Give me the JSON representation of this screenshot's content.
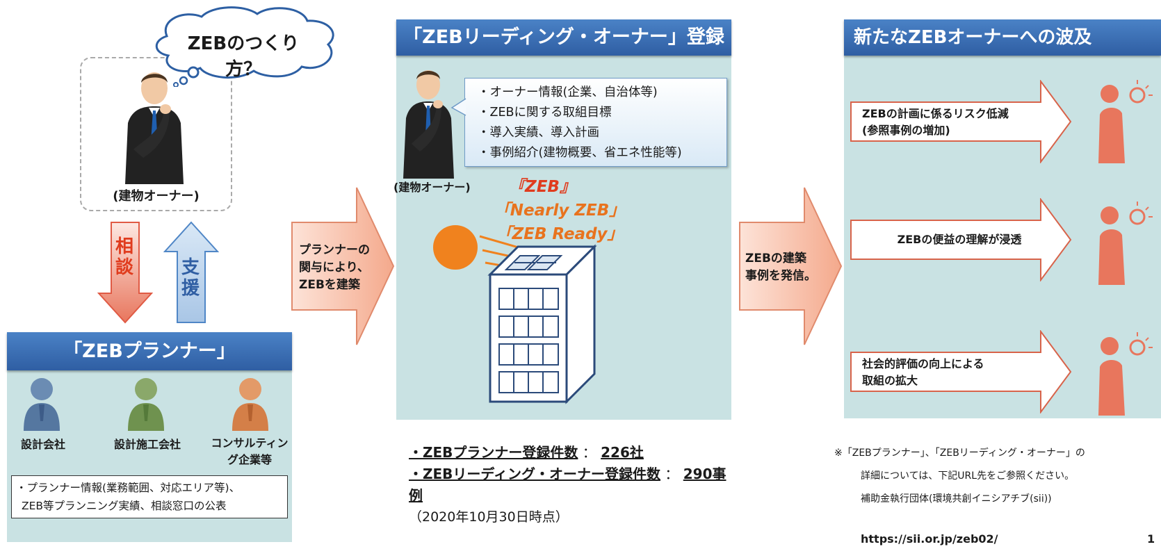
{
  "left": {
    "thought": "ZEBのつくり方？",
    "owner_label": "(建物オーナー)",
    "consult": "相談",
    "support": "支援",
    "planner_header": "「ZEBプランナー」",
    "companies": [
      "設計会社",
      "設計施工会社",
      "コンサルティング企業等"
    ],
    "info_lines": [
      "・プランナー情報(業務範囲、対応エリア等)、",
      "ZEB等プランニング実績、相談窓口の公表"
    ]
  },
  "arrow1_lines": [
    "プランナーの",
    "関与により、",
    "ZEBを建築"
  ],
  "center": {
    "header": "「ZEBリーディング・オーナー」登録",
    "bullets": [
      "・オーナー情報(企業、自治体等)",
      "・ZEBに関する取組目標",
      "・導入実績、導入計画",
      "・事例紹介(建物概要、省エネ性能等)"
    ],
    "owner_label": "(建物オーナー)",
    "zeb_labels": [
      "『ZEB』",
      "「Nearly ZEB」",
      "「ZEB Ready」"
    ],
    "stats": {
      "planner_label": "・ZEBプランナー登録件数",
      "planner_value": "226社",
      "owner_label": "・ZEBリーディング・オーナー登録件数",
      "owner_value": "290事例",
      "separator": "：",
      "asof": "（2020年10月30日時点）"
    }
  },
  "arrow2_lines": [
    "ZEBの建築",
    "事例を発信。"
  ],
  "right": {
    "header": "新たなZEBオーナーへの波及",
    "items": [
      [
        "ZEBの計画に係るリスク低減",
        "(参照事例の増加)"
      ],
      [
        "ZEBの便益の理解が浸透"
      ],
      [
        "社会的評価の向上による",
        "取組の拡大"
      ]
    ],
    "note_lines": [
      "※「ZEBプランナー」、「ZEBリーディング・オーナー」の",
      "詳細については、下記URL先をご参照ください。",
      "補助金執行団体(環境共創イニシアチブ(sii))"
    ],
    "url": "https://sii.or.jp/zeb02/",
    "page_number": "1"
  },
  "colors": {
    "header_blue": "#2f5ea3",
    "panel_teal": "#c9e2e3",
    "arrow_peach": "#f7b69c",
    "red_text": "#e03c1e",
    "zeb_orange": "#e8731e",
    "sun_orange": "#f0821e"
  }
}
